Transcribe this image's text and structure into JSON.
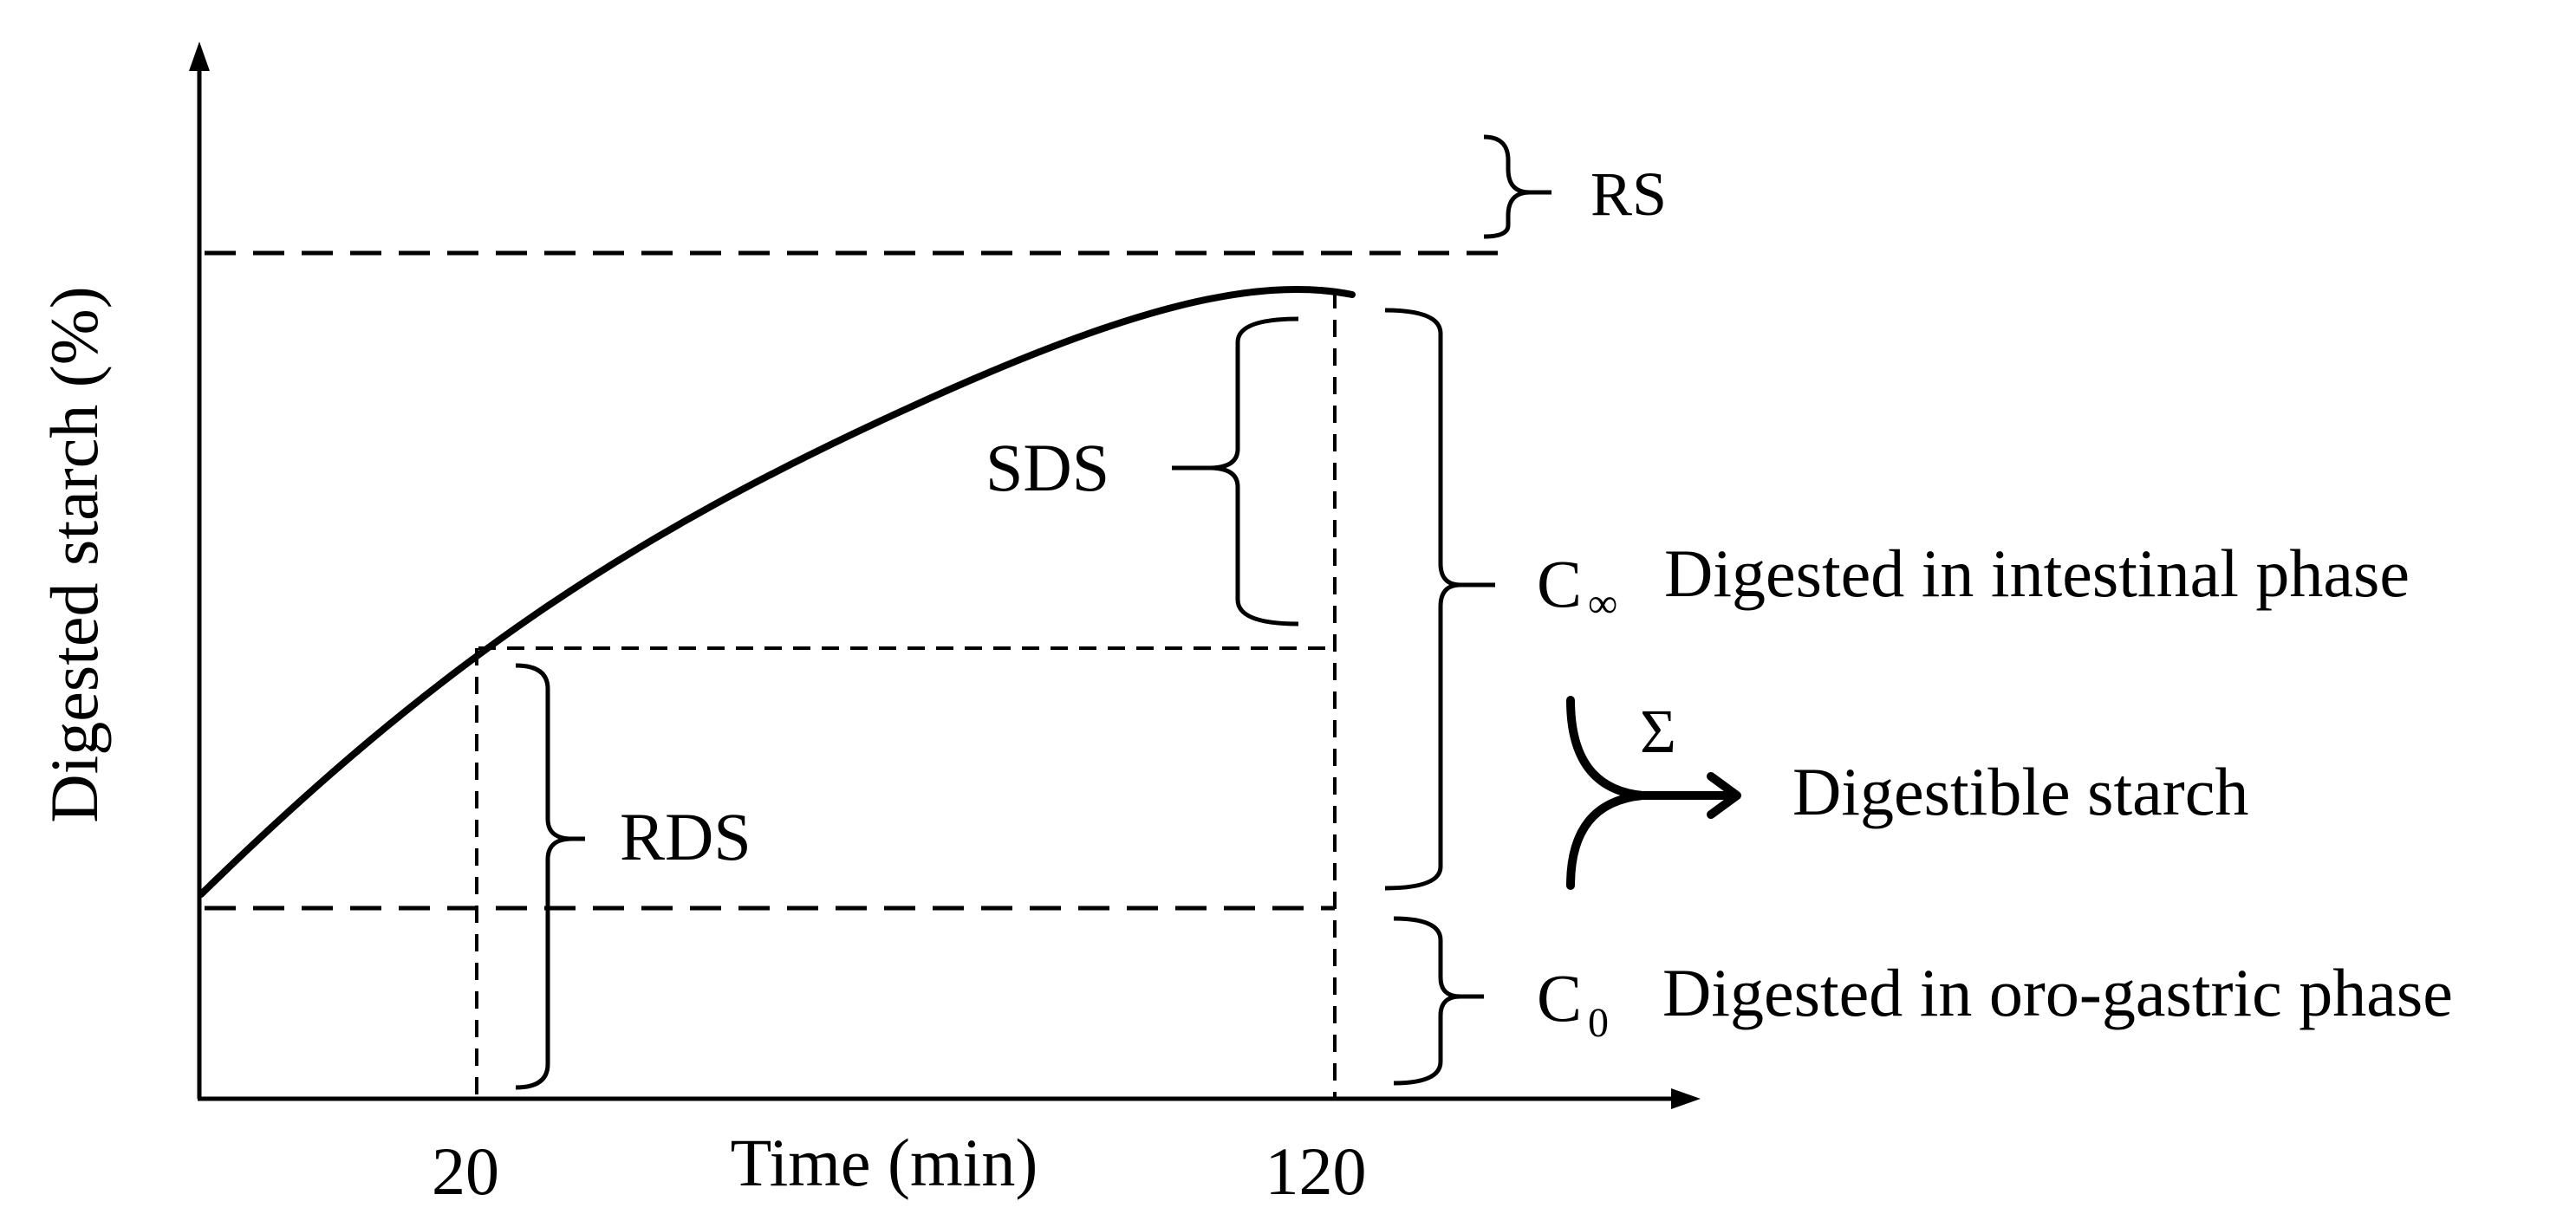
{
  "axes": {
    "ylabel": "Digested starch (%)",
    "xlabel": "Time (min)",
    "x_ticks": [
      "20",
      "120"
    ]
  },
  "labels": {
    "rs": "RS",
    "sds": "SDS",
    "rds": "RDS",
    "c_inf_symbol": "C",
    "c_inf_subscript": "∞",
    "c_inf_text": "Digested in intestinal phase",
    "c0_symbol": "C",
    "c0_subscript": "0",
    "c0_text": "Digested in oro-gastric phase",
    "sum_symbol": "Σ",
    "digestible_text": "Digestible starch"
  },
  "colors": {
    "ink": "#000000",
    "background": "#ffffff"
  }
}
